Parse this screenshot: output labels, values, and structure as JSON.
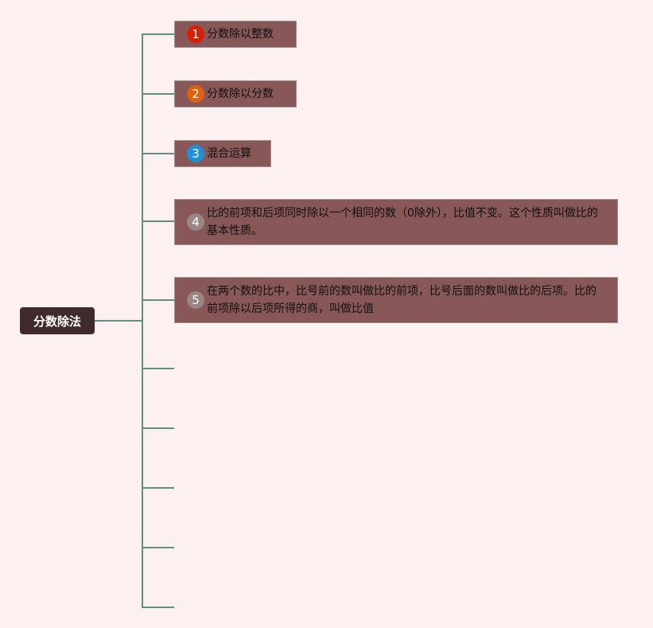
{
  "root": {
    "label": "分数除法"
  },
  "branches": [
    {
      "num": "1",
      "label": "分数除以整数",
      "badge_color": "#d81e06"
    },
    {
      "num": "2",
      "label": "分数除以分数",
      "badge_color": "#e0620d"
    },
    {
      "num": "3",
      "label": "混合运算",
      "badge_color": "#1f8fd8"
    },
    {
      "num": "4",
      "label": "比的前项和后项同时除以一个相同的数（0除外），比值不变。这个性质叫做比的基本性质。",
      "badge_color": "#9a8585"
    },
    {
      "num": "5",
      "label": "在两个数的比中，比号前的数叫做比的前项，比号后面的数叫做比的后项。比的前项除以后项所得的商，叫做比值",
      "badge_color": "#9a8585"
    }
  ],
  "empty_branch_count": 5,
  "colors": {
    "background": "#fdf0f0",
    "connector": "#5f8f83",
    "node_fill": "#885757",
    "root_fill": "#3f2a2c"
  }
}
